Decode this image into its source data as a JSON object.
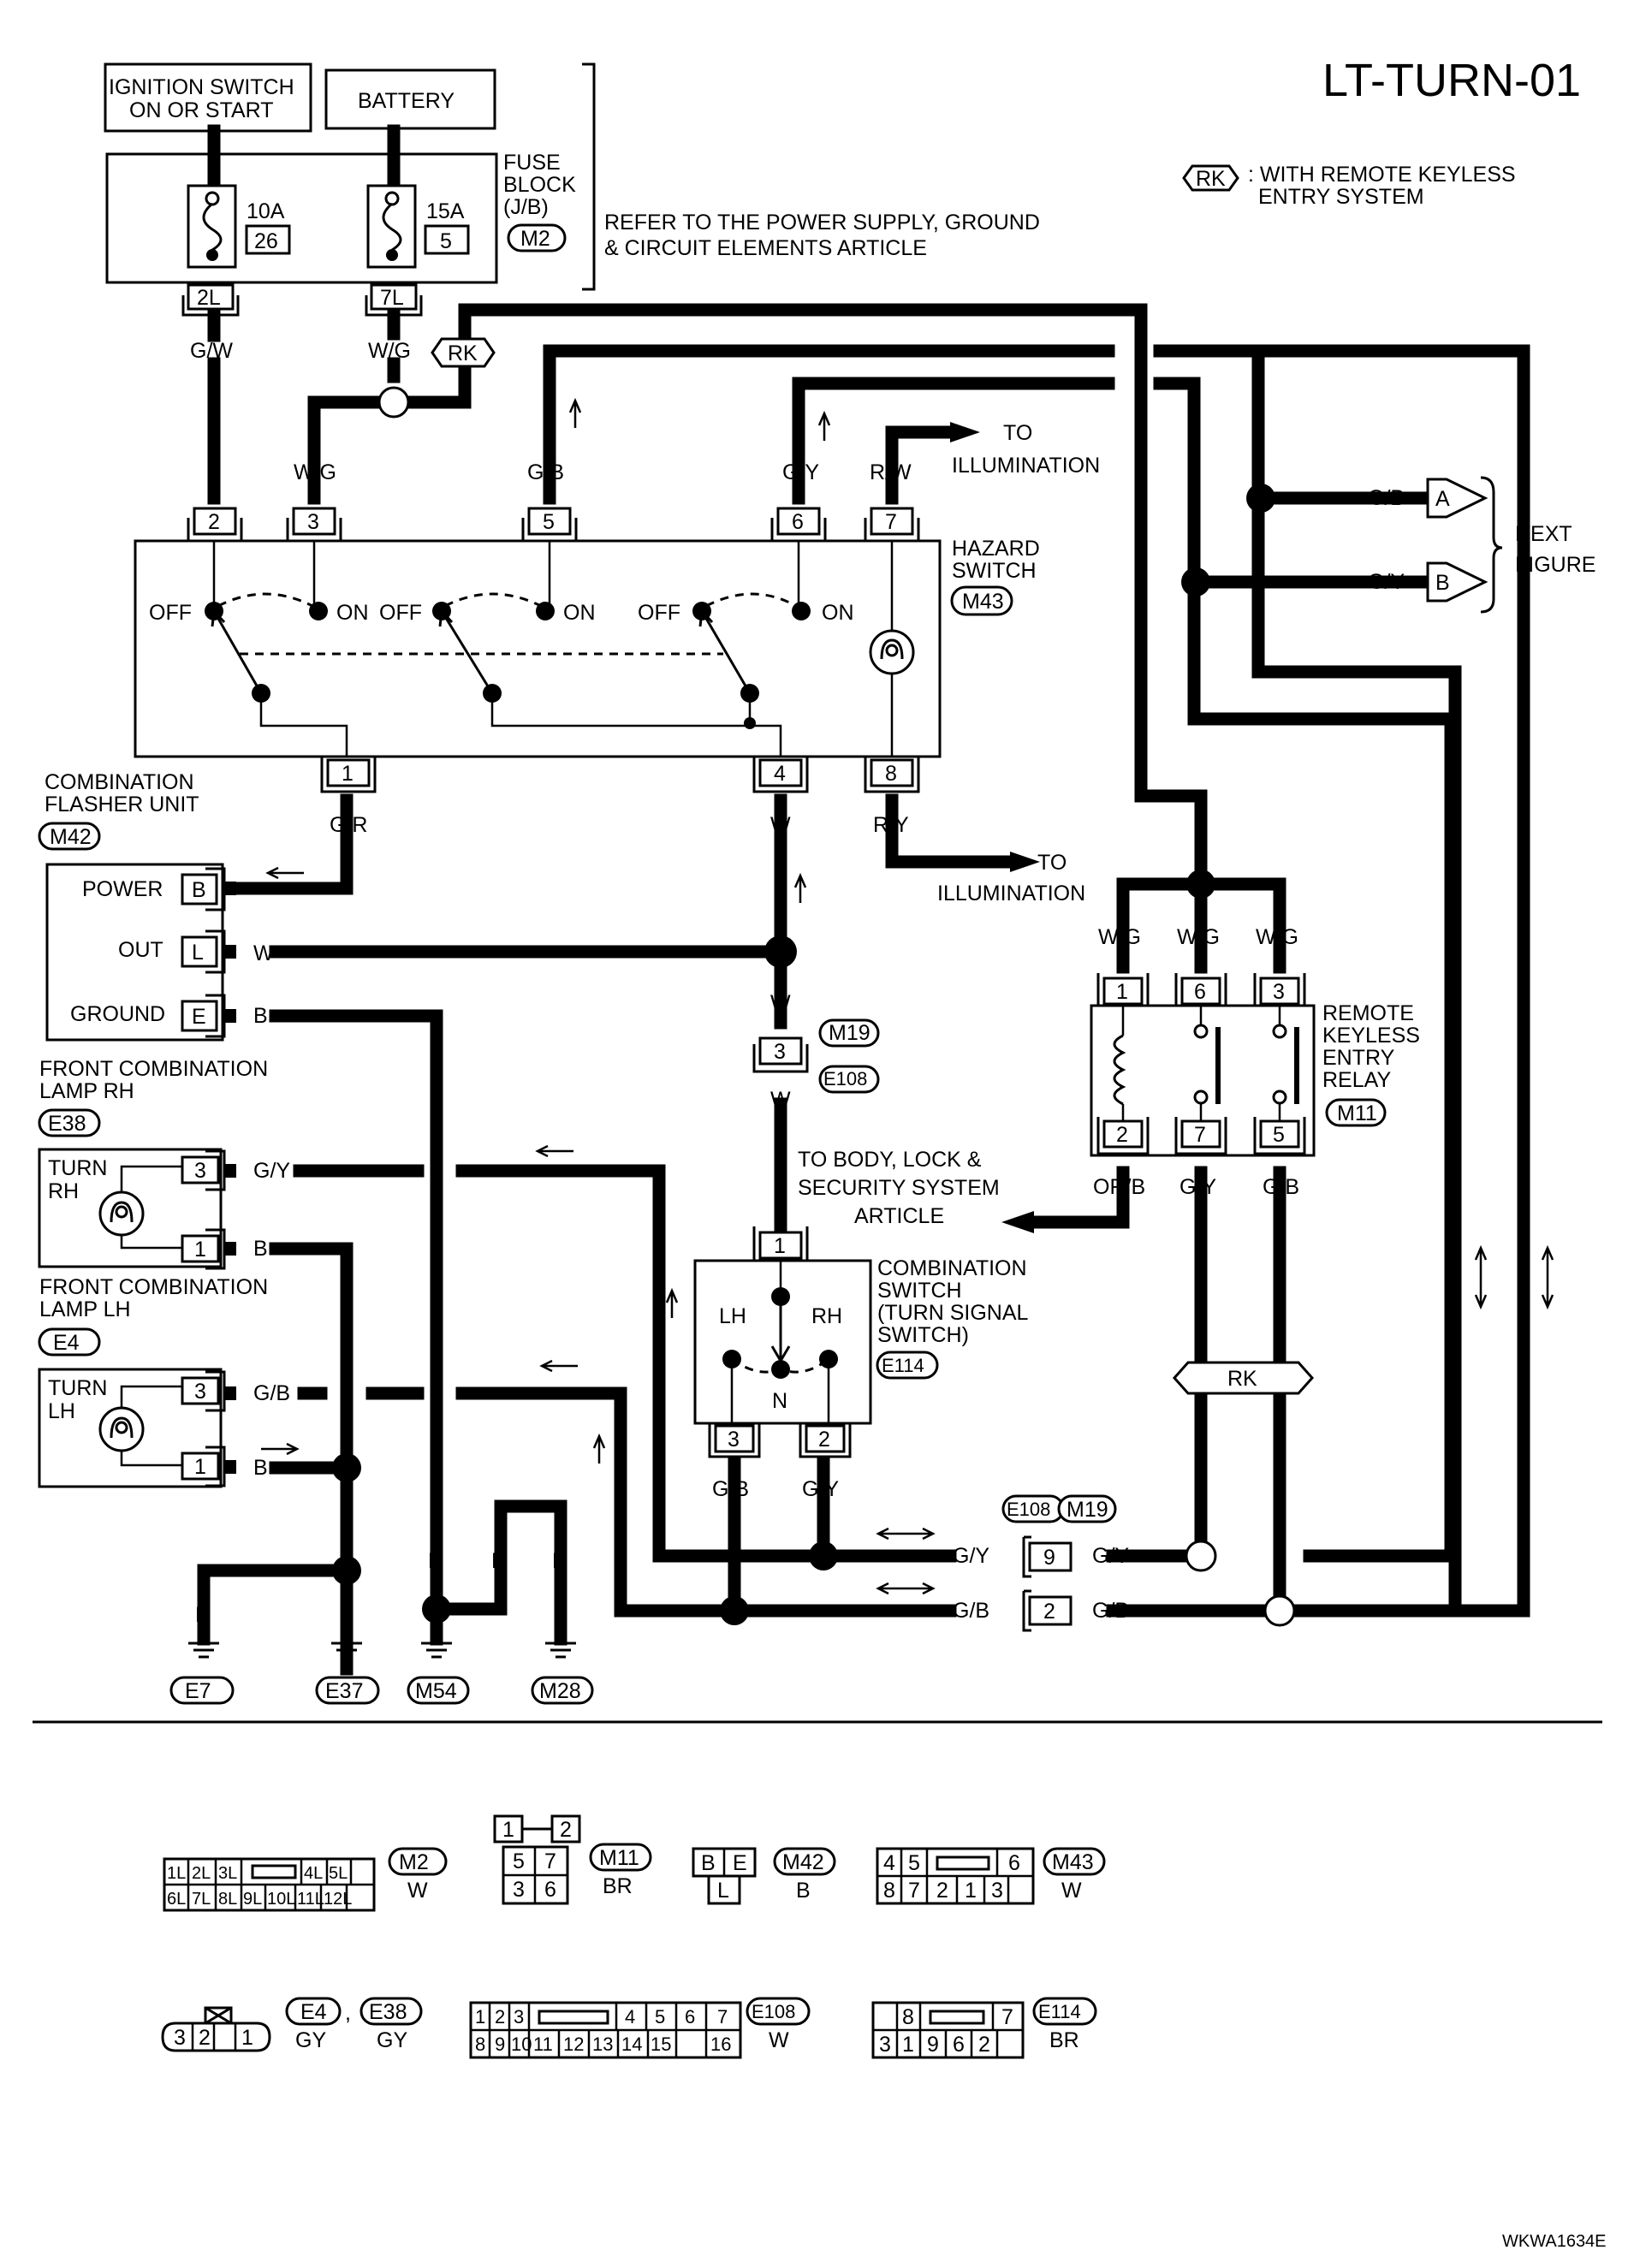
{
  "page_title": "LT-TURN-01",
  "legend": {
    "tag": "RK",
    "text1": ": WITH REMOTE KEYLESS",
    "text2": "ENTRY SYSTEM"
  },
  "power": {
    "ignition_line1": "IGNITION SWITCH",
    "ignition_line2": "ON OR START",
    "battery": "BATTERY",
    "fuse1_amp": "10A",
    "fuse1_no": "26",
    "fuse1_term": "2L",
    "fuse2_amp": "15A",
    "fuse2_no": "5",
    "fuse2_term": "7L",
    "fuse_block_1": "FUSE",
    "fuse_block_2": "BLOCK",
    "fuse_block_3": "(J/B)",
    "fuse_block_conn": "M2",
    "refer_1": "REFER TO THE POWER SUPPLY, GROUND",
    "refer_2": "& CIRCUIT ELEMENTS ARTICLE"
  },
  "wires": {
    "gw": "G/W",
    "wg": "W/G",
    "gb": "G/B",
    "gy": "G/Y",
    "rw": "R/W",
    "gr": "G/R",
    "w": "W",
    "ry": "R/Y",
    "b": "B",
    "orb": "OR/B"
  },
  "illumination": {
    "to": "TO",
    "label": "ILLUMINATION"
  },
  "next_figure": {
    "a": "A",
    "b": "B",
    "line1": "NEXT",
    "line2": "FIGURE"
  },
  "hazard": {
    "name1": "HAZARD",
    "name2": "SWITCH",
    "conn": "M43",
    "pins": [
      "2",
      "3",
      "5",
      "6",
      "7",
      "1",
      "4",
      "8"
    ],
    "off": "OFF",
    "on": "ON"
  },
  "flasher": {
    "name1": "COMBINATION",
    "name2": "FLASHER UNIT",
    "conn": "M42",
    "power": "POWER",
    "out": "OUT",
    "ground": "GROUND",
    "pin_b": "B",
    "pin_l": "L",
    "pin_e": "E"
  },
  "joint": {
    "pin": "3",
    "conn1": "M19",
    "conn2": "E108"
  },
  "body_lock": {
    "l1": "TO BODY, LOCK &",
    "l2": "SECURITY SYSTEM",
    "l3": "ARTICLE"
  },
  "relay": {
    "name1": "REMOTE",
    "name2": "KEYLESS",
    "name3": "ENTRY",
    "name4": "RELAY",
    "conn": "M11",
    "pins": [
      "1",
      "6",
      "3",
      "2",
      "7",
      "5"
    ]
  },
  "lamp_rh": {
    "name1": "FRONT COMBINATION",
    "name2": "LAMP RH",
    "conn": "E38",
    "inner1": "TURN",
    "inner2": "RH",
    "pin3": "3",
    "pin1": "1"
  },
  "lamp_lh": {
    "name1": "FRONT COMBINATION",
    "name2": "LAMP LH",
    "conn": "E4",
    "inner1": "TURN",
    "inner2": "LH",
    "pin3": "3",
    "pin1": "1"
  },
  "comb_switch": {
    "name1": "COMBINATION",
    "name2": "SWITCH",
    "name3": "(TURN SIGNAL",
    "name4": "SWITCH)",
    "conn": "E114",
    "lh": "LH",
    "rh": "RH",
    "n": "N",
    "pin1": "1",
    "pin3": "3",
    "pin2": "2"
  },
  "rk_tag": "RK",
  "bottom_connectors": {
    "conn1": "E108",
    "conn2": "M19",
    "pin9": "9",
    "pin2": "2"
  },
  "grounds": [
    "E7",
    "E37",
    "M54",
    "M28"
  ],
  "connector_views": {
    "m2": {
      "top": [
        "1L",
        "2L",
        "3L",
        "",
        "4L",
        "5L"
      ],
      "bottom": [
        "6L",
        "7L",
        "8L",
        "9L",
        "10L",
        "11L",
        "12L"
      ],
      "name": "M2",
      "color": "W"
    },
    "m11": {
      "top": [
        "1",
        "2"
      ],
      "mid": [
        "5",
        "7"
      ],
      "bottom": [
        "3",
        "6"
      ],
      "name": "M11",
      "color": "BR"
    },
    "m42": {
      "top": [
        "B",
        "E"
      ],
      "bottom": [
        "L"
      ],
      "name": "M42",
      "color": "B"
    },
    "m43": {
      "top": [
        "4",
        "5",
        "",
        "6"
      ],
      "bottom": [
        "8",
        "7",
        "2",
        "1",
        "3"
      ],
      "name": "M43",
      "color": "W"
    },
    "e4": {
      "pins": [
        "3",
        "2",
        "1"
      ],
      "name1": "E4",
      "comma": ",",
      "name2": "E38",
      "color1": "GY",
      "color2": "GY"
    },
    "e108": {
      "top": [
        "1",
        "2",
        "3",
        "",
        "4",
        "5",
        "6",
        "7"
      ],
      "bottom": [
        "8",
        "9",
        "10",
        "11",
        "12",
        "13",
        "14",
        "15",
        "16"
      ],
      "name": "E108",
      "color": "W"
    },
    "e114": {
      "top": [
        "",
        "8",
        "",
        "7"
      ],
      "bottom": [
        "3",
        "1",
        "9",
        "6",
        "2"
      ],
      "name": "E114",
      "color": "BR"
    }
  },
  "figure_code": "WKWA1634E"
}
